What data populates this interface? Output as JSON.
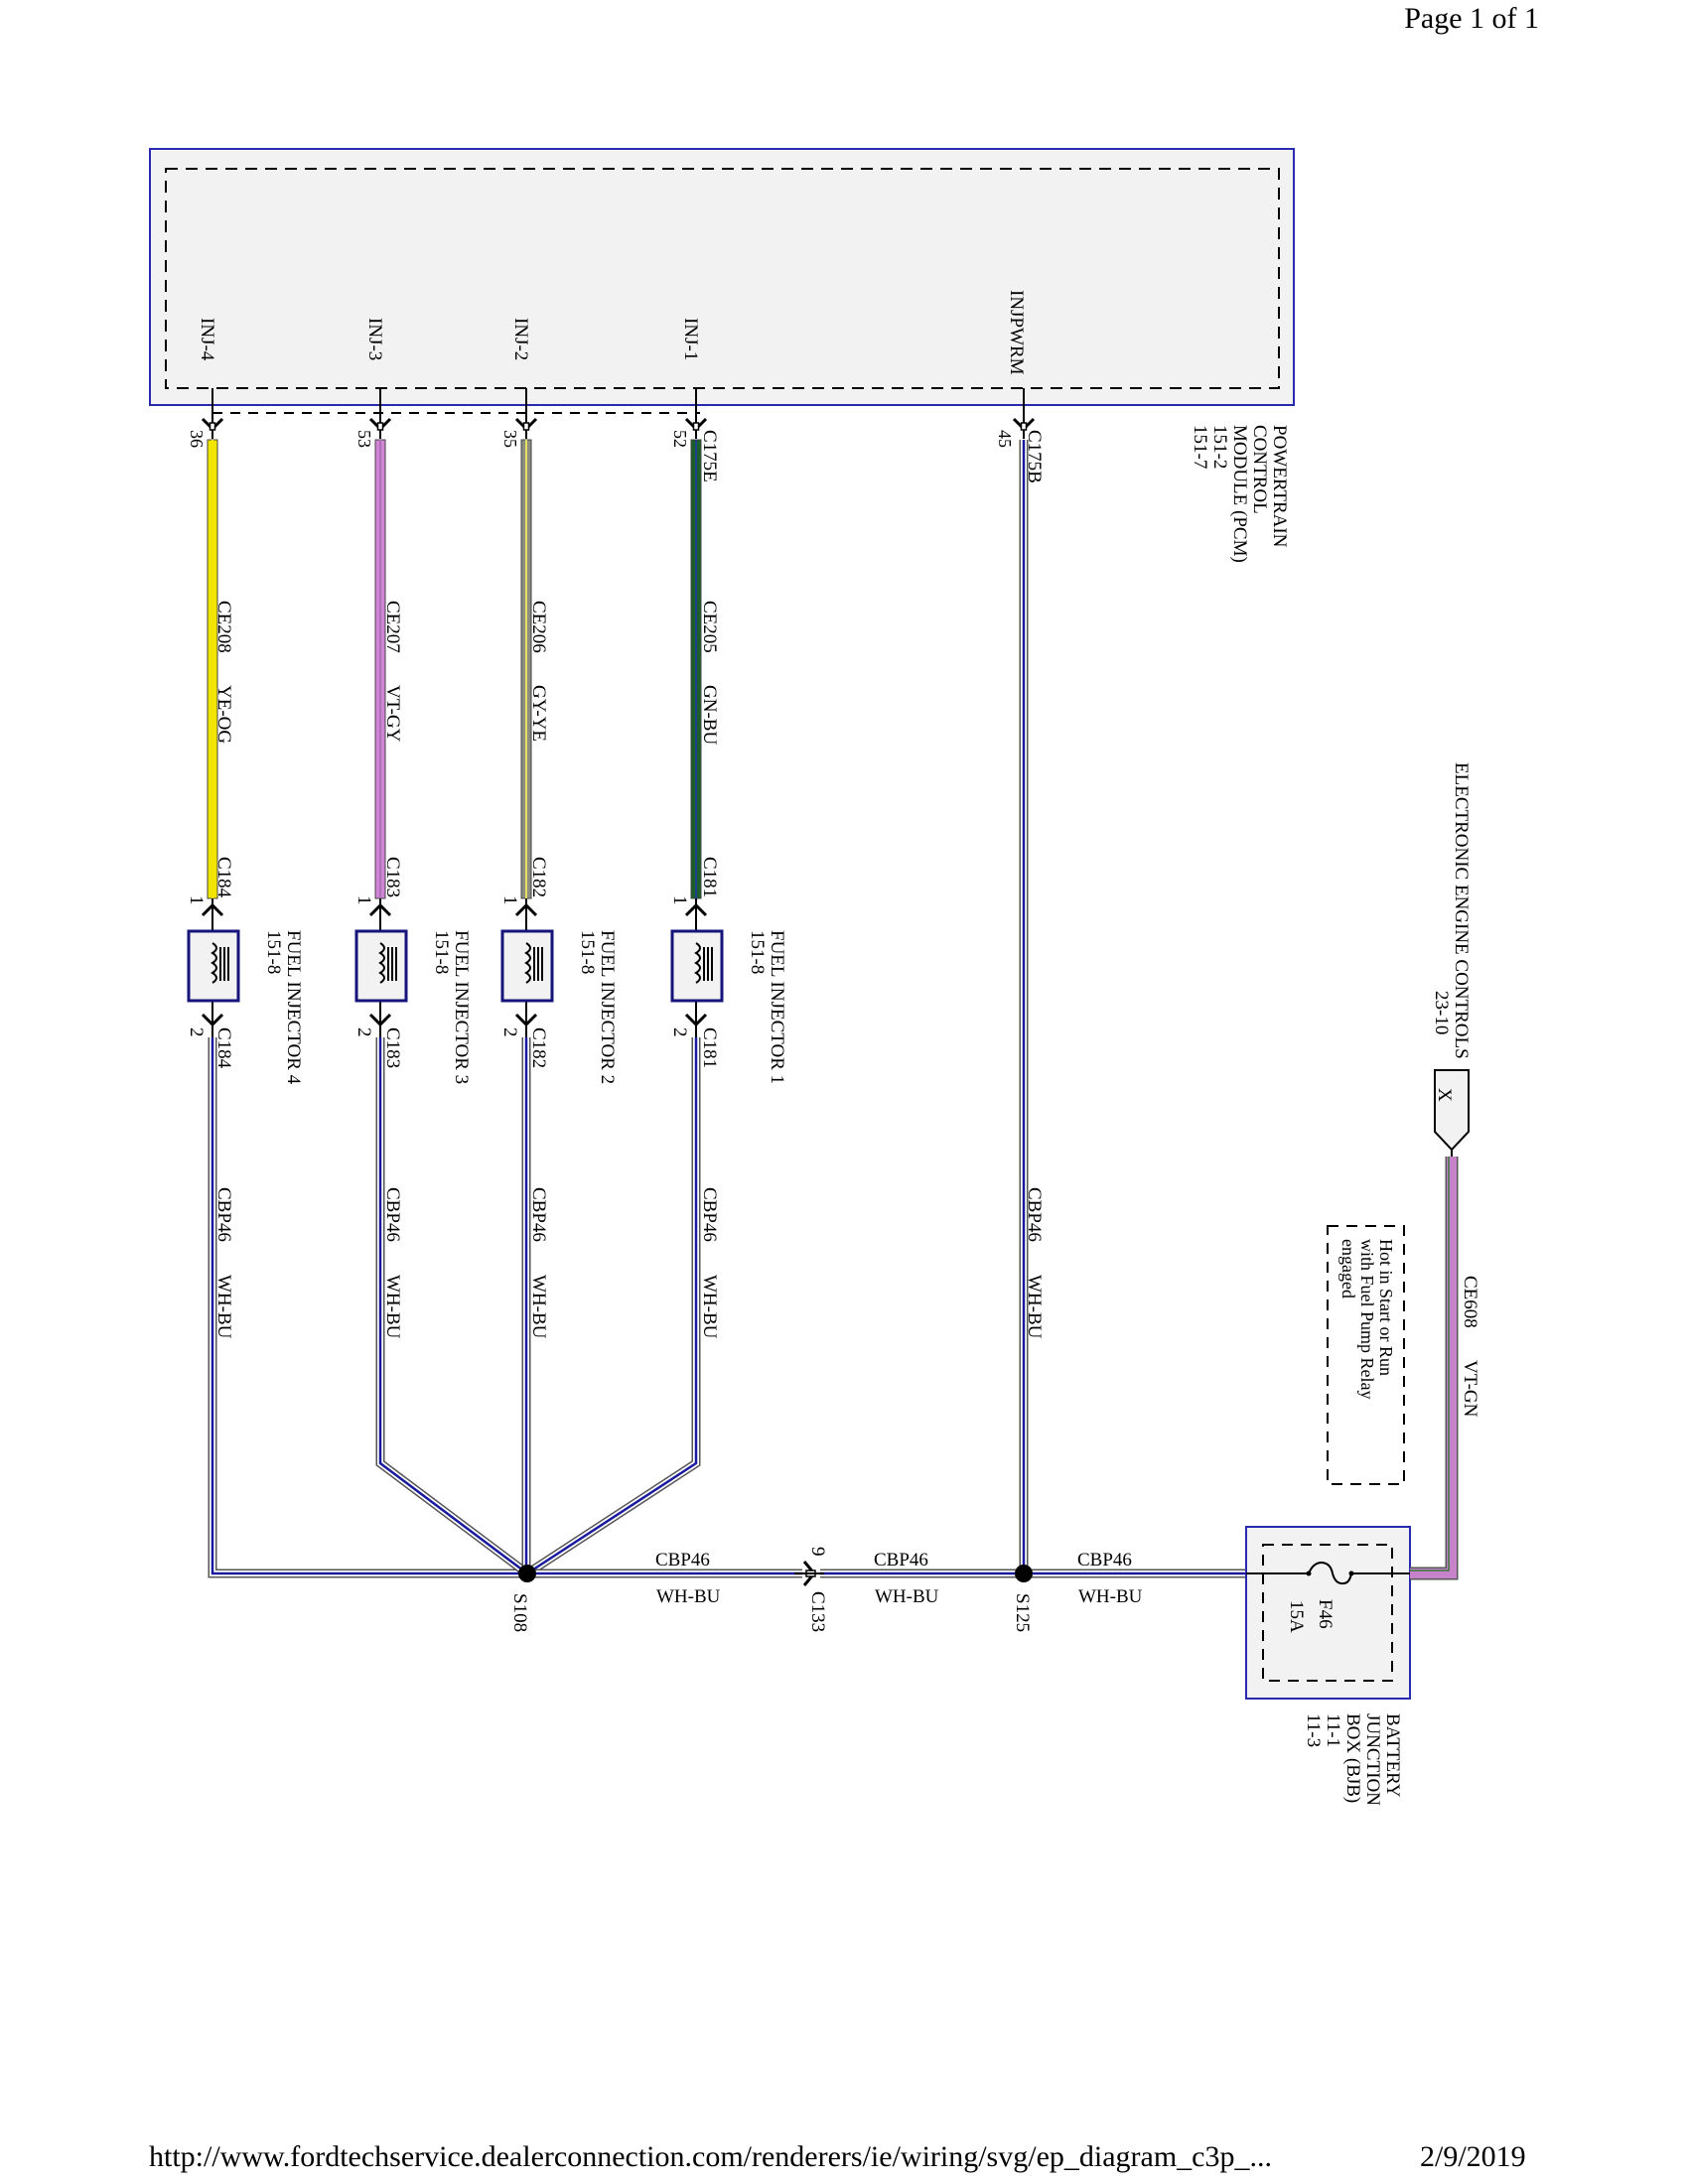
{
  "page": {
    "page_number": "Page 1 of 1",
    "footer_url": "http://www.fordtechservice.dealerconnection.com/renderers/ie/wiring/svg/ep_diagram_c3p_...",
    "footer_date": "2/9/2019"
  },
  "pcm": {
    "title_lines": [
      "POWERTRAIN",
      "CONTROL",
      "MODULE (PCM)",
      "151-2",
      "151-7"
    ],
    "pins": [
      {
        "name": "INJ-4",
        "pin": "36",
        "connector": ""
      },
      {
        "name": "INJ-3",
        "pin": "53",
        "connector": ""
      },
      {
        "name": "INJ-2",
        "pin": "35",
        "connector": ""
      },
      {
        "name": "INJ-1",
        "pin": "52",
        "connector": "C175E"
      },
      {
        "name": "INJPWRM",
        "pin": "45",
        "connector": "C175B"
      }
    ]
  },
  "signal_wires": [
    {
      "circuit": "CE208",
      "color_code": "YE-OG",
      "fill": "#f2e600",
      "stripe": "#f2e600"
    },
    {
      "circuit": "CE207",
      "color_code": "VT-GY",
      "fill": "#d084d6",
      "stripe": "#b070b8"
    },
    {
      "circuit": "CE206",
      "color_code": "GY-YE",
      "fill": "#8c8c80",
      "stripe": "#e6e060"
    },
    {
      "circuit": "CE205",
      "color_code": "GN-BU",
      "fill": "#1a5e2a",
      "stripe": "#1f3f8f"
    }
  ],
  "injectors": [
    {
      "title": "FUEL INJECTOR 4",
      "ref": "151-8",
      "connector": "C184",
      "pin_in": "1",
      "pin_out": "2"
    },
    {
      "title": "FUEL INJECTOR 3",
      "ref": "151-8",
      "connector": "C183",
      "pin_in": "1",
      "pin_out": "2"
    },
    {
      "title": "FUEL INJECTOR 2",
      "ref": "151-8",
      "connector": "C182",
      "pin_in": "1",
      "pin_out": "2"
    },
    {
      "title": "FUEL INJECTOR 1",
      "ref": "151-8",
      "connector": "C181",
      "pin_in": "1",
      "pin_out": "2"
    }
  ],
  "power_wires": {
    "circuit": "CBP46",
    "color_code": "WH-BU",
    "inner_color": "#1a1aa0",
    "outer_color": "#555555"
  },
  "splices": {
    "s108": "S108",
    "s125": "S125",
    "c133_connector": "C133",
    "c133_pin": "9"
  },
  "bjb": {
    "title_lines": [
      "BATTERY",
      "JUNCTION",
      "BOX (BJB)",
      "11-1",
      "11-3"
    ],
    "fuse": "F46",
    "rating": "15A"
  },
  "feed": {
    "circuit": "CE608",
    "color_code": "VT-GN",
    "fill": "#c783c9",
    "source_title": "ELECTRONIC ENGINE CONTROLS",
    "source_ref": "23-10",
    "source_symbol": "X",
    "note_lines": [
      "Hot in Start or Run",
      "with Fuel Pump Relay",
      "engaged"
    ]
  },
  "colors": {
    "module_border": "#2a2ab0",
    "module_fill": "#f2f2f2",
    "injector_border": "#14147a"
  }
}
